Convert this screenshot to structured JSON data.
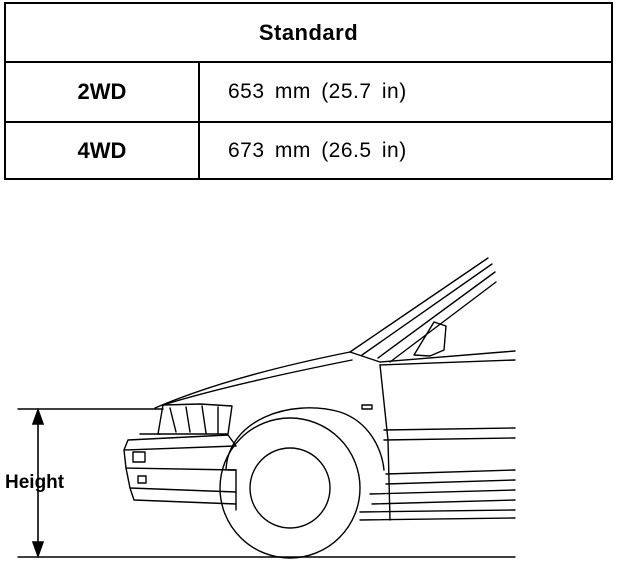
{
  "table": {
    "header": "Standard",
    "rows": [
      {
        "drive": "2WD",
        "value": "653  mm (25.7  in)"
      },
      {
        "drive": "4WD",
        "value": "673  mm (26.5  in)"
      }
    ]
  },
  "diagram": {
    "height_label": "Height"
  }
}
